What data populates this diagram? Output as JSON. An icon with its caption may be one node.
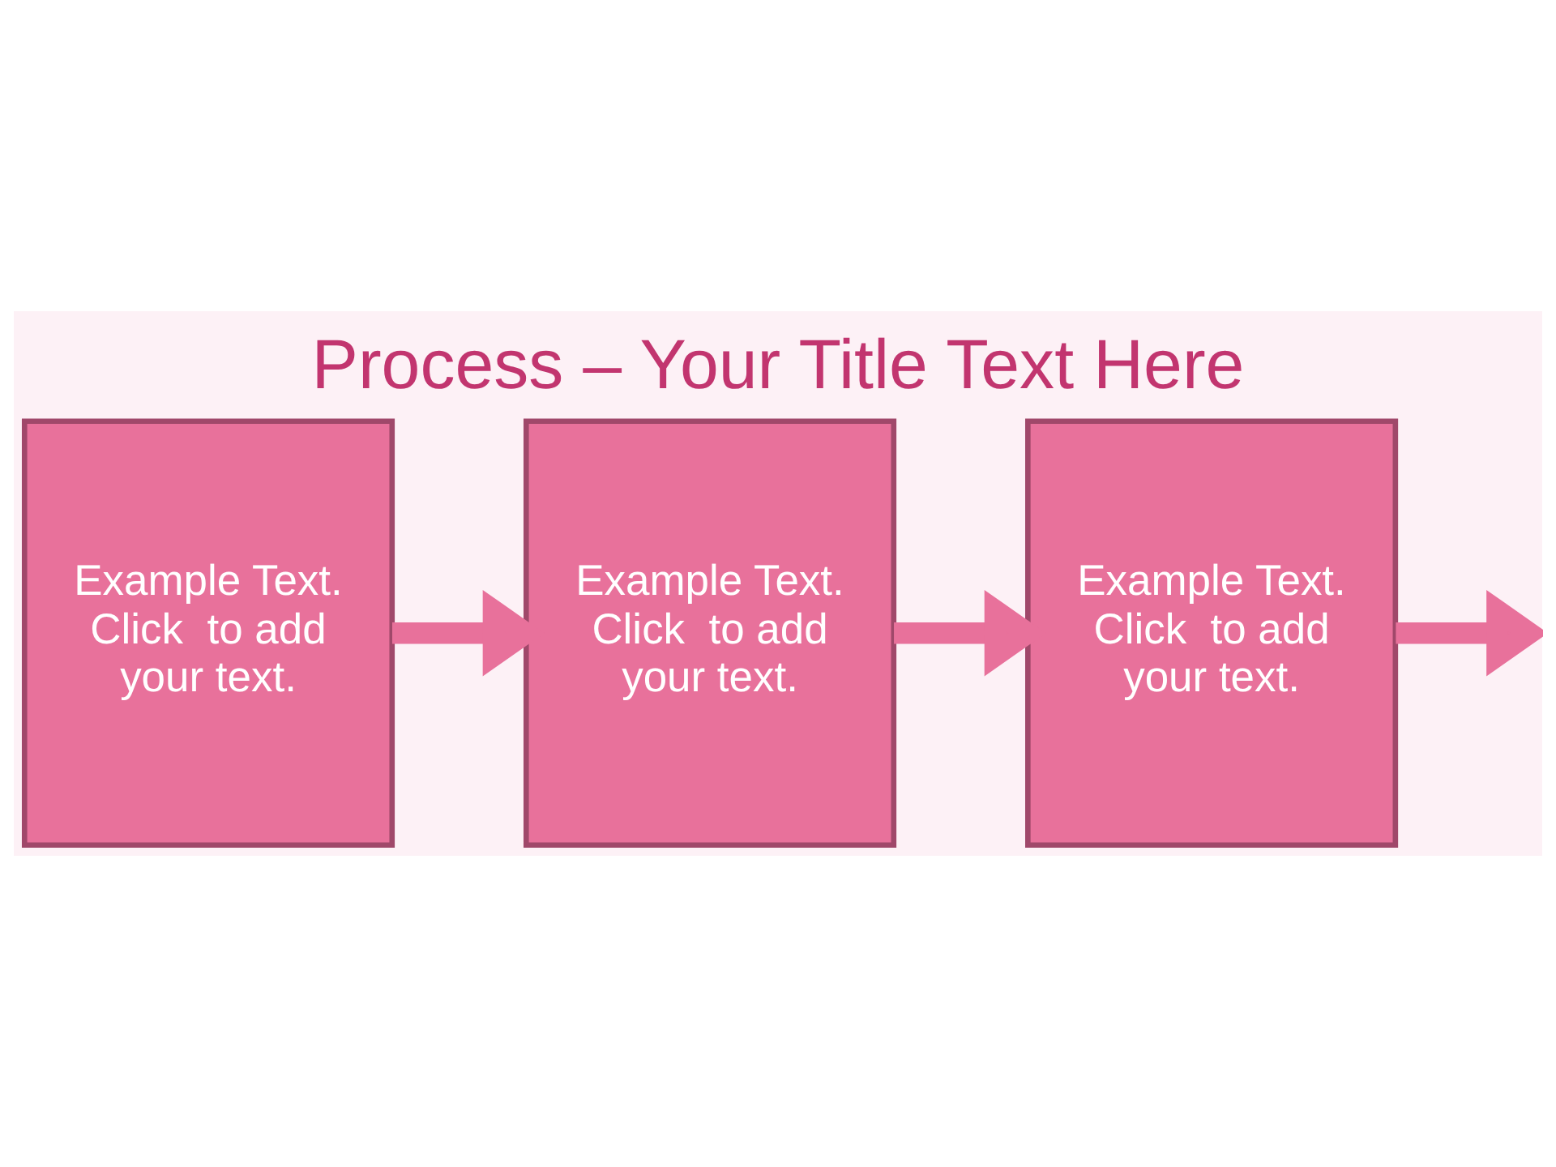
{
  "diagram": {
    "title": "Process – Your Title Text Here",
    "nodes": [
      {
        "text": [
          "Example Text. Click  to add your text."
        ]
      },
      {
        "text": [
          "Example Text. Click  to add your text."
        ]
      },
      {
        "text": [
          "Example Text. Click  to add your text."
        ]
      }
    ],
    "edges": [
      {
        "from": 0,
        "to": 1,
        "arrow": "to"
      },
      {
        "from": 1,
        "to": 2,
        "arrow": "to"
      },
      {
        "from": 2,
        "to": null,
        "arrow": "to"
      }
    ]
  }
}
